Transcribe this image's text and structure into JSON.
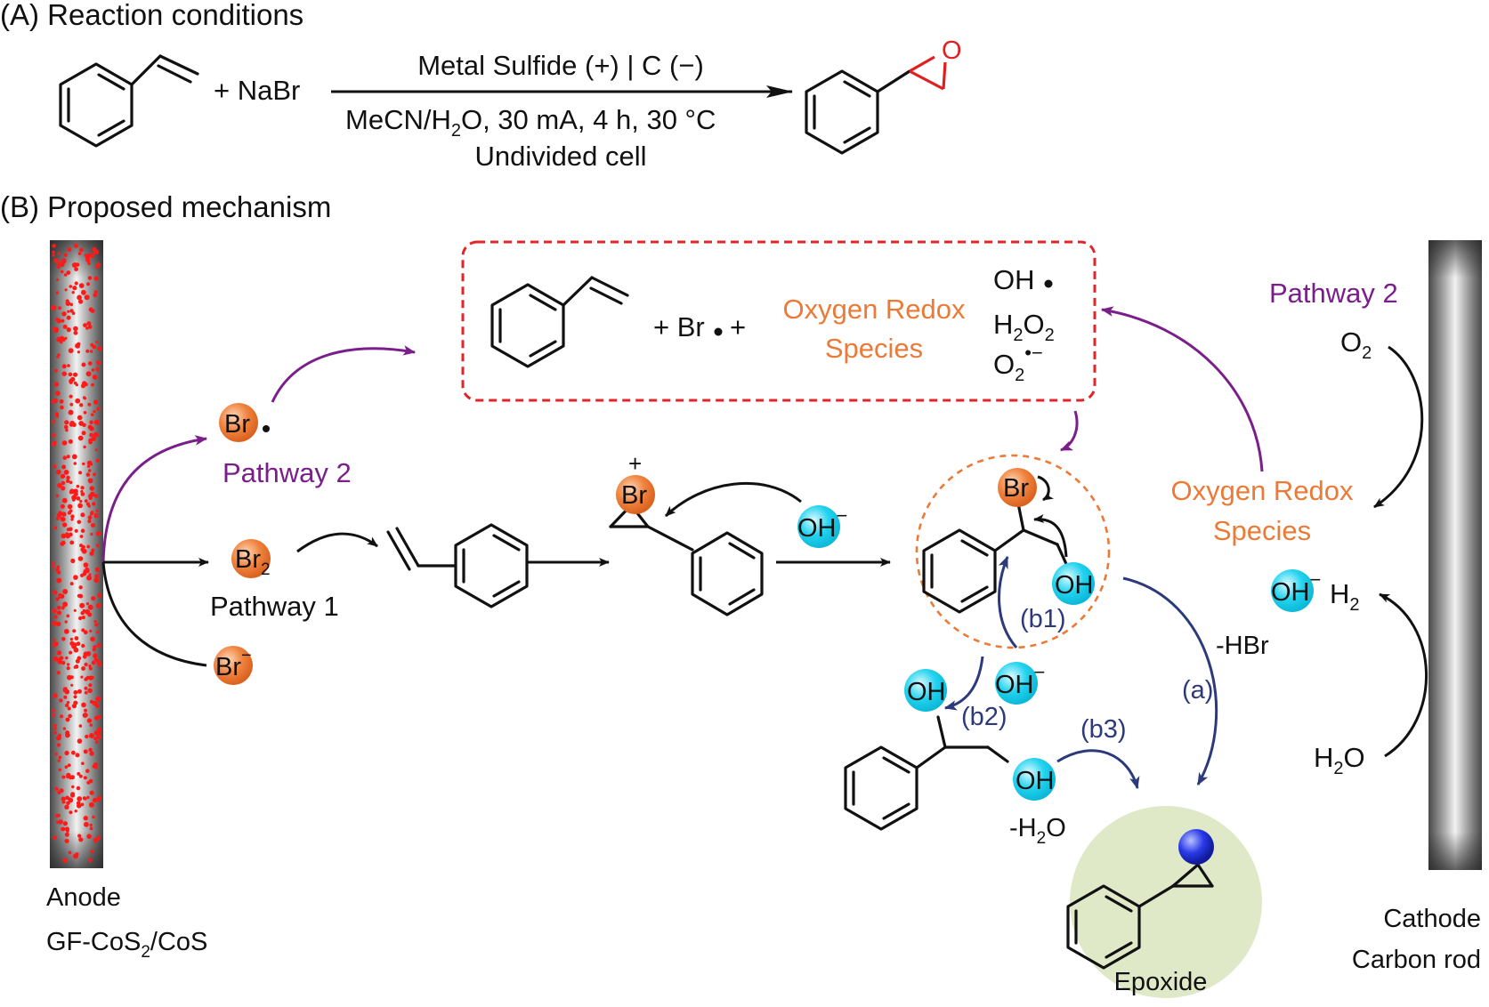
{
  "section_a": {
    "title": "(A) Reaction conditions",
    "plus_reagent": "+ NaBr",
    "above_arrow": "Metal Sulfide (+) | C (−)",
    "below_arrow_1": "MeCN/H",
    "below_arrow_1_sub": "2",
    "below_arrow_1_rest": "O, 30 mA, 4 h, 30 °C",
    "below_arrow_2": "Undivided cell",
    "epoxide_o": "O"
  },
  "section_b": {
    "title": "(B) Proposed mechanism",
    "anode_label": "Anode",
    "anode_material": "GF-CoS",
    "anode_material_sub": "2",
    "anode_material_rest": "/CoS",
    "cathode_label": "Cathode",
    "cathode_material": "Carbon rod",
    "box": {
      "plus_br": "+ Br",
      "plus": "+",
      "oxygen_redox_1": "Oxygen Redox",
      "oxygen_redox_2": "Species",
      "oh_radical": "OH",
      "h2o2_h": "H",
      "h2o2_sub1": "2",
      "h2o2_o": "O",
      "h2o2_sub2": "2",
      "superoxide_o": "O",
      "superoxide_sub": "2",
      "superoxide_sup": "•−"
    },
    "pathway_2_left": "Pathway 2",
    "pathway_1": "Pathway 1",
    "pathway_2_right": "Pathway 2",
    "br_radical": "Br",
    "br2": "Br",
    "br2_sub": "2",
    "br_minus": "Br",
    "br_minus_sup": "−",
    "bromonium_plus": "+",
    "bromonium_br": "Br",
    "oh_minus_1": "OH",
    "oh_minus_sup": "−",
    "bromohydrin_br": "Br",
    "bromohydrin_oh": "OH",
    "b1": "(b1)",
    "b2": "(b2)",
    "b3": "(b3)",
    "a": "(a)",
    "minus_hbr": "-HBr",
    "minus_h2o": "-H",
    "minus_h2o_sub": "2",
    "minus_h2o_rest": "O",
    "oh_minus_2": "OH",
    "diol_oh_1": "OH",
    "diol_oh_2": "OH",
    "epoxide_label": "Epoxide",
    "oxygen_redox_1": "Oxygen Redox",
    "oxygen_redox_2": "Species",
    "o2": "O",
    "o2_sub": "2",
    "oh_minus_cathode": "OH",
    "h2": "H",
    "h2_sub": "2",
    "h2o": "H",
    "h2o_sub": "2",
    "h2o_rest": "O"
  },
  "colors": {
    "orange_ball": "#f0833f",
    "cyan_ball": "#22d3ef",
    "purple_arrow": "#7a1f8a",
    "navy_arrow": "#2c3a7c",
    "red_box": "#e0262a",
    "orange_text": "#ec7a37",
    "epoxide_bg": "#dfe9c8",
    "epoxide_ring": "#e02020",
    "blue_ball": "#1a28d8"
  }
}
